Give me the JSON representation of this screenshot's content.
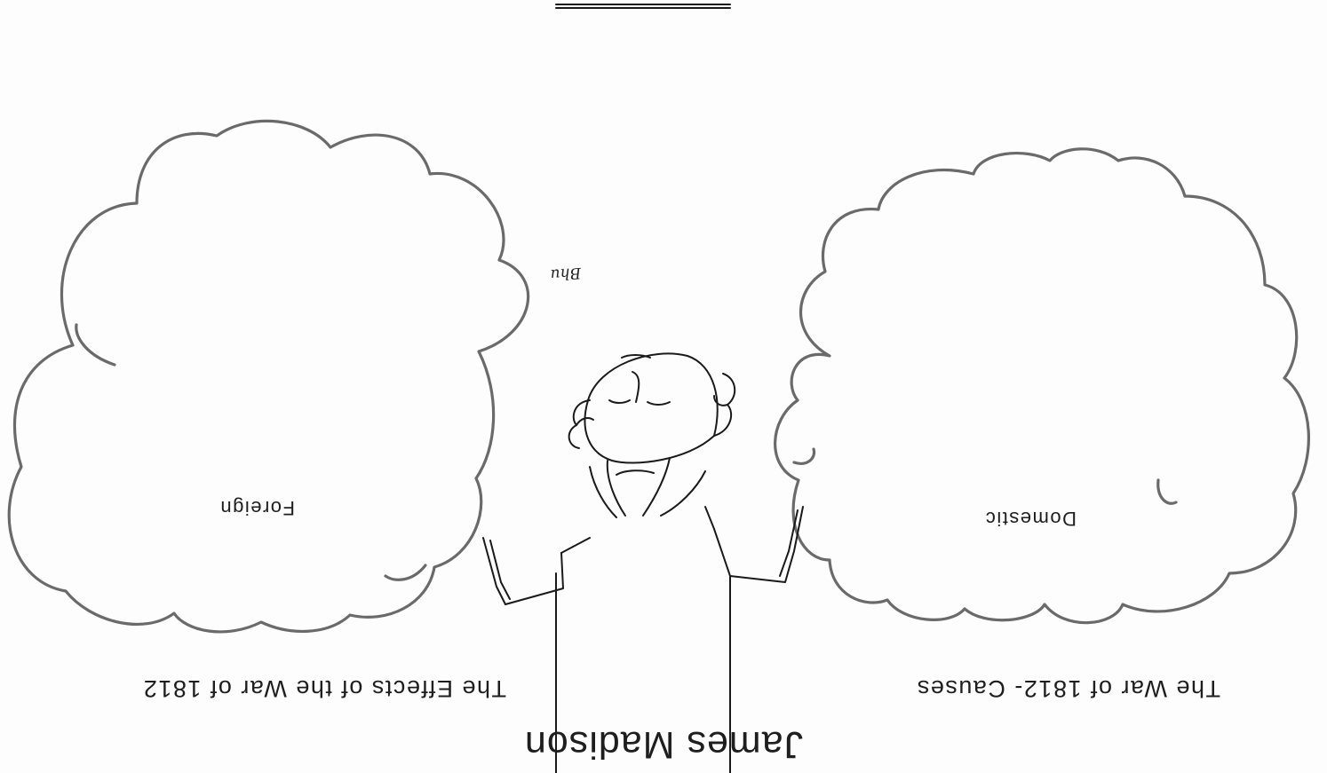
{
  "worksheet": {
    "title": "James Madison",
    "effects_heading": "The Effects of the War of 1812",
    "causes_heading": "The War of 1812- Causes",
    "effects_cloud_label": "Foreign",
    "causes_cloud_label": "Domestic",
    "portrait_signature": "Bhu",
    "orientation": "upside-down"
  },
  "colors": {
    "ink": "#1e1e1e",
    "cloud_outline": "#6a6a6a",
    "paper": "#fdfdfd"
  }
}
